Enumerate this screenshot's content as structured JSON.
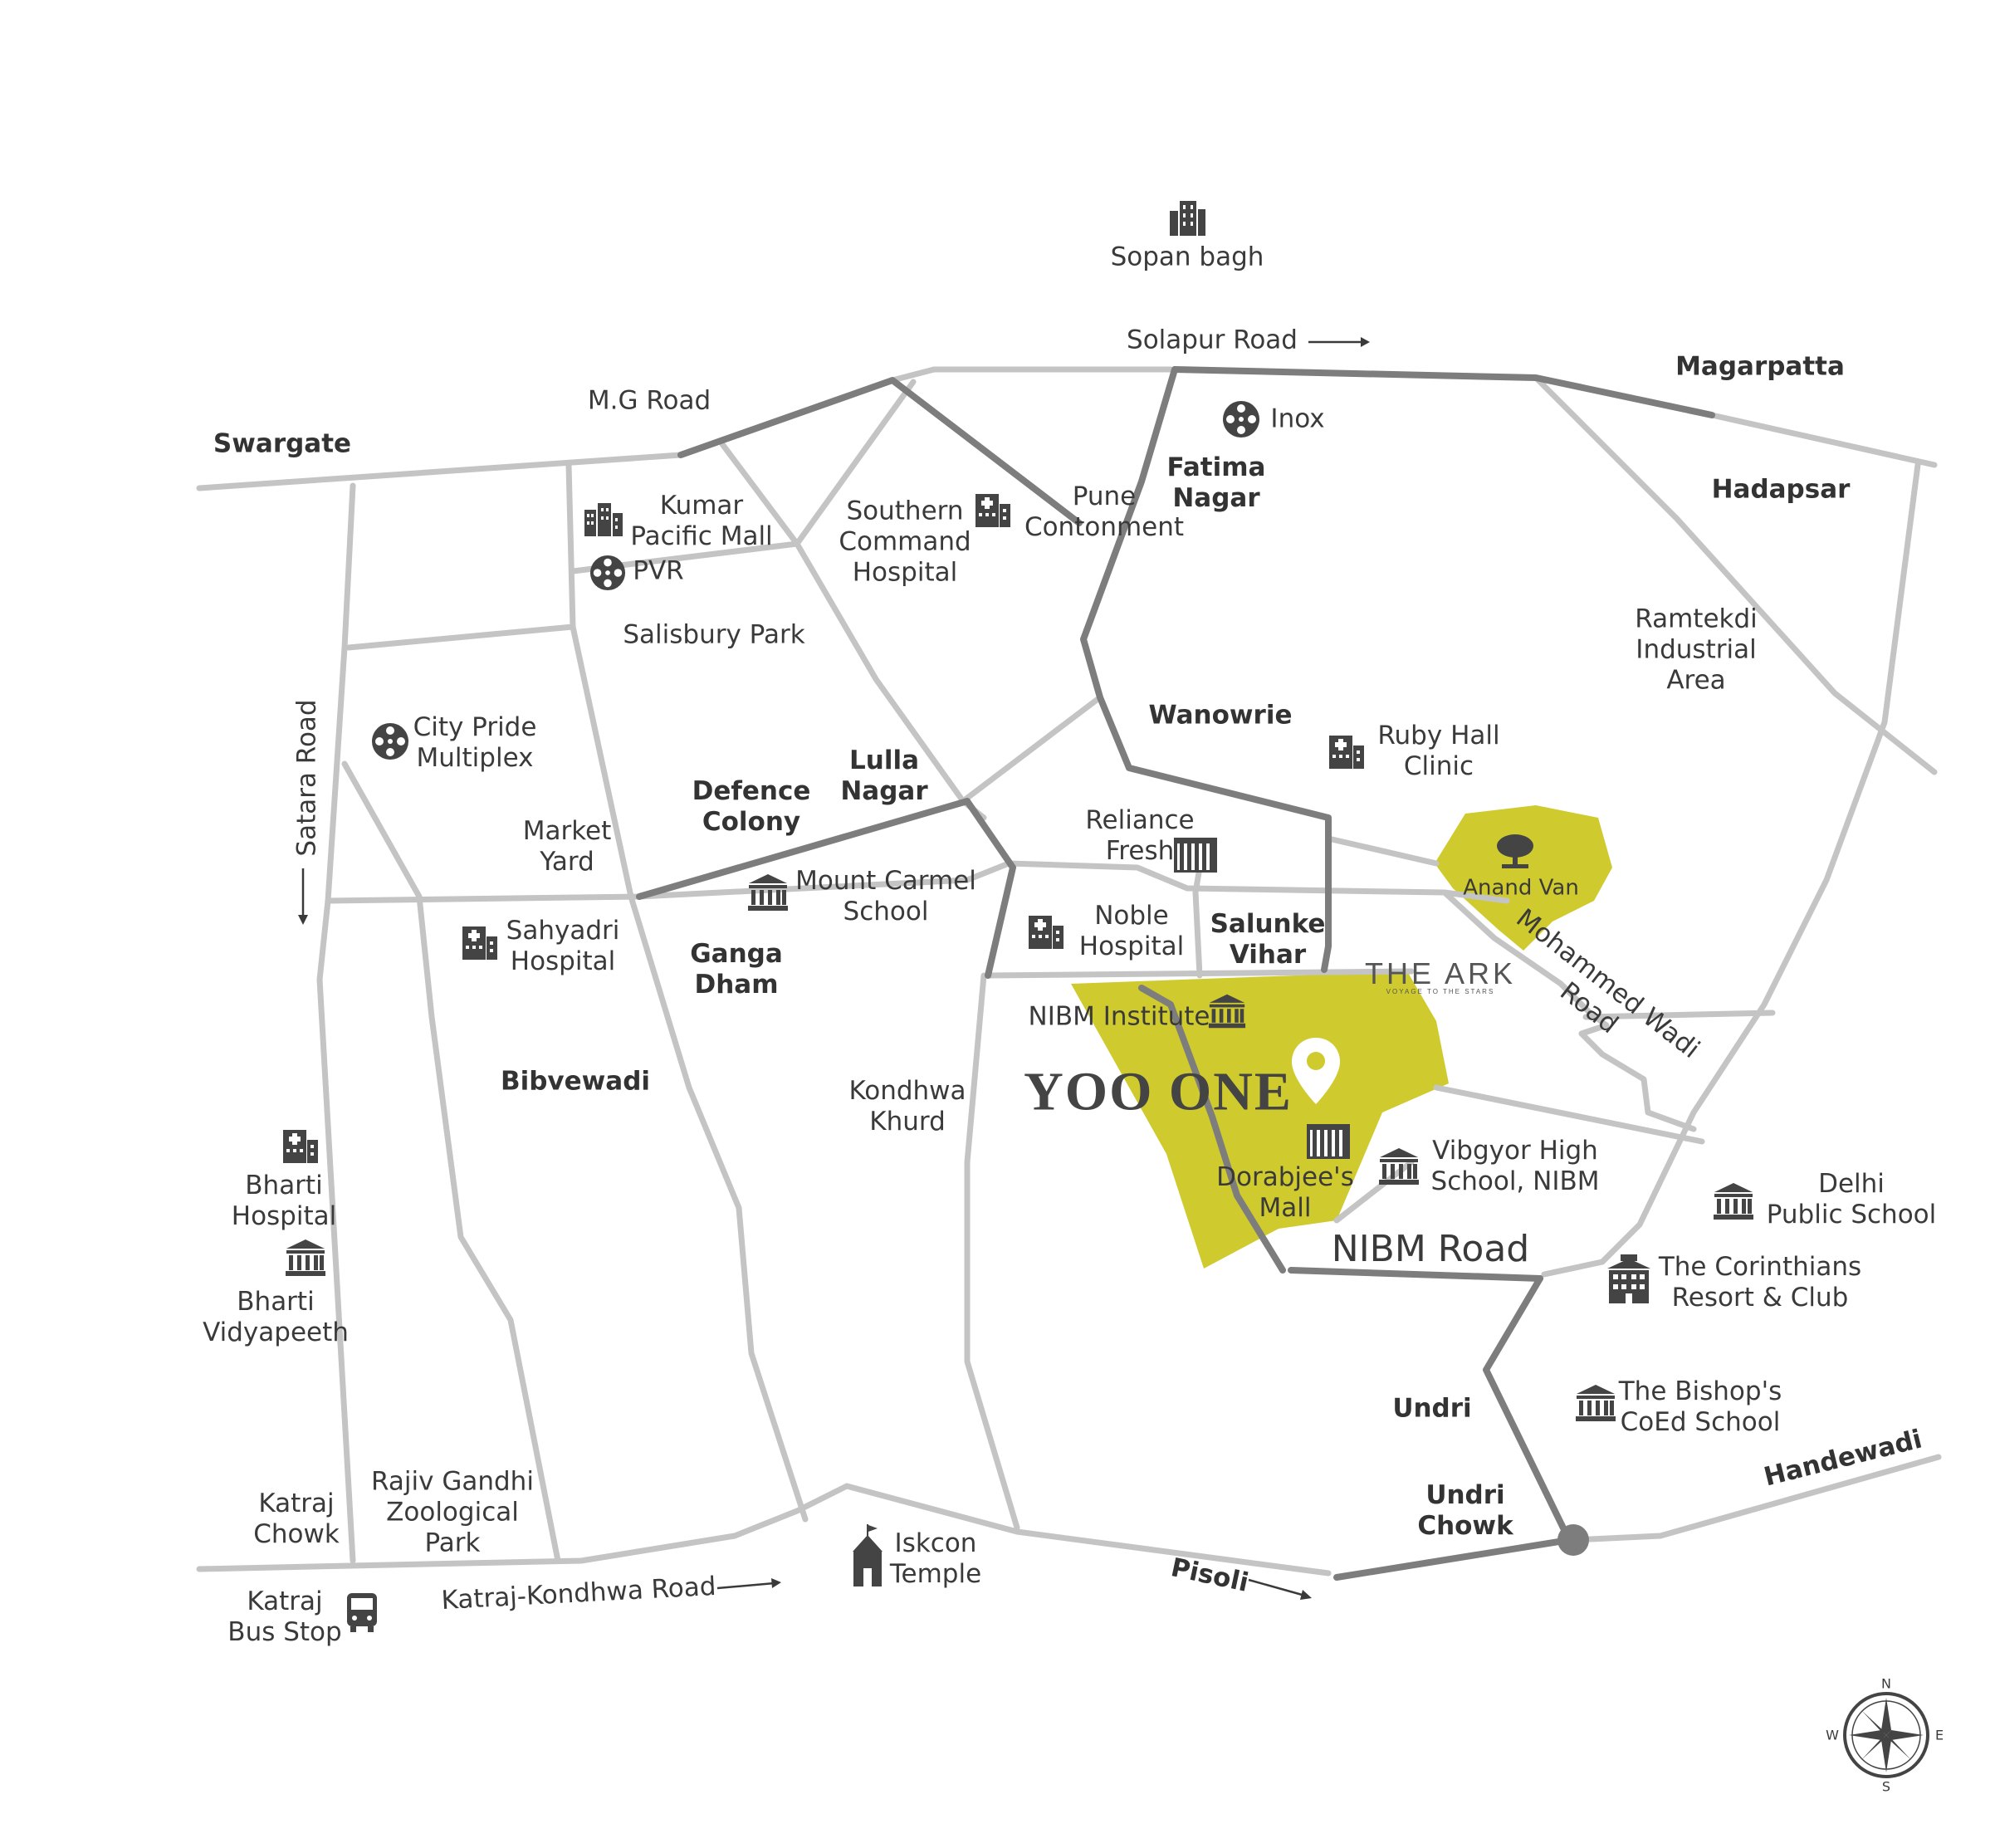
{
  "map": {
    "colors": {
      "road_minor": "#c4c4c4",
      "road_major": "#7d7d7d",
      "highlight_area": "#cfca2e",
      "text": "#3a3a3a"
    },
    "labels": {
      "sopan_bagh": "Sopan bagh",
      "solapur_road": "Solapur Road",
      "magarpatta": "Magarpatta",
      "mg_road": "M.G Road",
      "swargate": "Swargate",
      "inox": "Inox",
      "fatima_nagar": "Fatima\nNagar",
      "hadapsar": "Hadapsar",
      "kumar_pacific_mall": "Kumar\nPacific Mall",
      "pvr": "PVR",
      "southern_command_hospital": "Southern\nCommand\nHospital",
      "pune_cantonment": "Pune\nContonment",
      "salisbury_park": "Salisbury Park",
      "ramtekdi": "Ramtekdi\nIndustrial\nArea",
      "satara_road": "Satara Road",
      "city_pride": "City Pride\nMultiplex",
      "wanowrie": "Wanowrie",
      "ruby_hall": "Ruby Hall\nClinic",
      "lulla_nagar": "Lulla\nNagar",
      "defence_colony": "Defence\nColony",
      "market_yard": "Market\nYard",
      "reliance_fresh": "Reliance\nFresh",
      "anand_van": "Anand Van",
      "mount_carmel": "Mount Carmel\nSchool",
      "noble_hospital": "Noble\nHospital",
      "salunke_vihar": "Salunke\nVihar",
      "sahyadri_hospital": "Sahyadri\nHospital",
      "ganga_dham": "Ganga\nDham",
      "the_ark": "THE ARK",
      "the_ark_tagline": "VOYAGE TO THE STARS",
      "mohammed_wadi_road": "Mohammed Wadi\nRoad",
      "nibm_institute": "NIBM Institute",
      "bibvewadi": "Bibvewadi",
      "kondhwa_khurd": "Kondhwa\nKhurd",
      "yoo_one": "YOO ONE",
      "vibgyor": "Vibgyor High\nSchool, NIBM",
      "dorabjee": "Dorabjee's\nMall",
      "delhi_public_school": "Delhi\nPublic School",
      "bharti_hospital": "Bharti\nHospital",
      "nibm_road": "NIBM Road",
      "corinthians": "The Corinthians\nResort & Club",
      "bharti_vidyapeeth": "Bharti\nVidyapeeth",
      "undri": "Undri",
      "bishops": "The Bishop's\nCoEd School",
      "handewadi": "Handewadi",
      "katraj_chowk": "Katraj\nChowk",
      "rajiv_gandhi_park": "Rajiv Gandhi\nZoological\nPark",
      "undri_chowk": "Undri\nChowk",
      "iskcon": "Iskcon\nTemple",
      "katraj_bus_stop": "Katraj\nBus Stop",
      "katraj_kondhwa_road": "Katraj-Kondhwa Road",
      "pisoli": "Pisoli",
      "compass_n": "N",
      "compass_s": "S",
      "compass_e": "E",
      "compass_w": "W"
    },
    "icons": {
      "location_pin": "map-pin-icon",
      "building": "building-icon",
      "hospital": "hospital-icon",
      "cinema": "film-reel-icon",
      "institution": "institution-icon",
      "mall": "shop-icon",
      "tree": "tree-icon",
      "temple": "temple-icon",
      "bus": "bus-icon",
      "compass": "compass-icon"
    }
  }
}
